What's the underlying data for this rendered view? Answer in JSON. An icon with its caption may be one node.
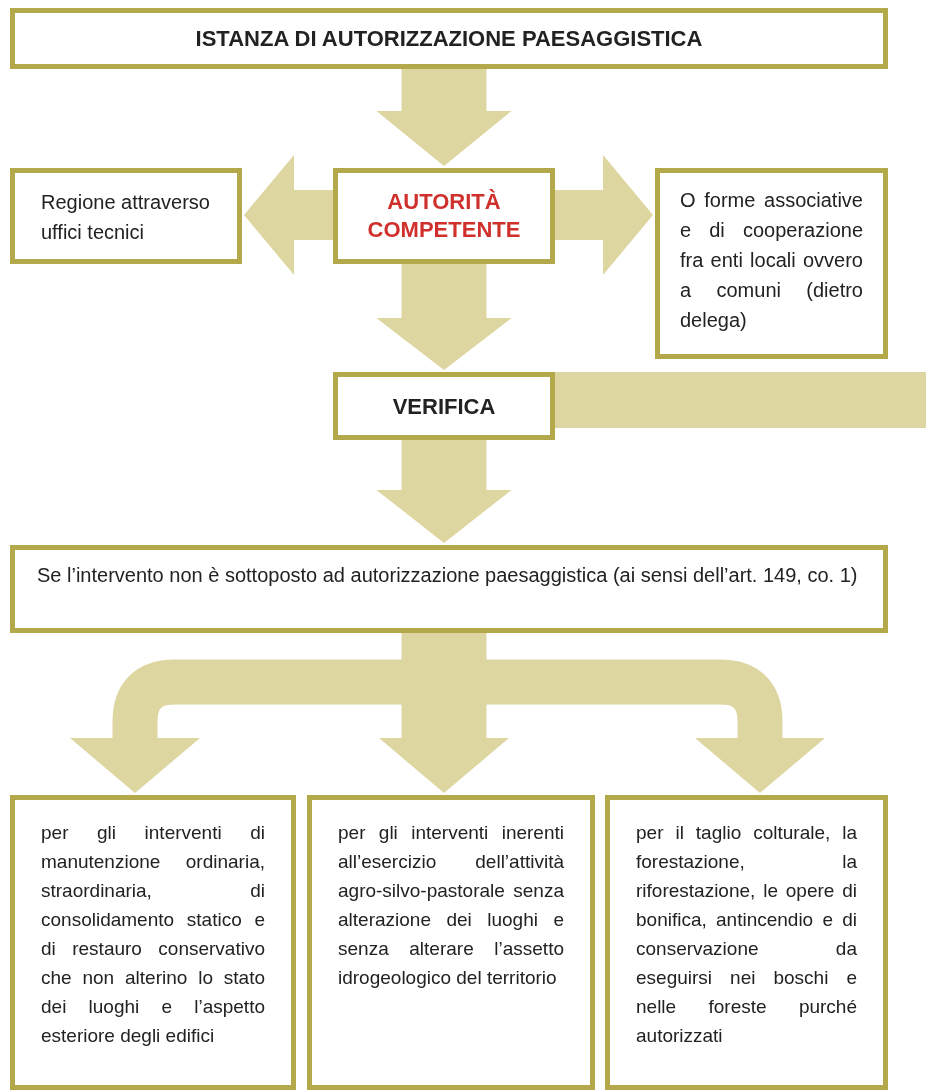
{
  "diagram": {
    "nodes": [
      {
        "text": [
          "ISTANZA DI AUTORIZZAZIONE PAESAGGISTICA"
        ]
      },
      {
        "text": [
          "Regione attraverso uffici tecnici"
        ]
      },
      {
        "text": [
          "AUTORITÀ COMPETENTE"
        ]
      },
      {
        "text": [
          "O forme associative e di cooperazione fra enti locali ovvero a comuni (dietro delega)"
        ]
      },
      {
        "text": [
          "VERIFICA"
        ]
      },
      {
        "text": [
          "Se l’intervento non è sottoposto ad autorizzazione paesaggistica (ai sensi dell’art. 149, co. 1)"
        ]
      },
      {
        "text": [
          "per gli interventi di manutenzione ordinaria, straordinaria, di consolidamento statico e di restauro conservativo che non alterino lo stato dei luoghi e l’aspetto esteriore degli edifici"
        ]
      },
      {
        "text": [
          "per gli interventi inerenti all’esercizio dell’attività agro-silvo-pastorale senza alterazione dei luoghi e senza alterare l’assetto idrogeologico del territorio"
        ]
      },
      {
        "text": [
          "per il taglio colturale, la forestazione, la riforestazione, le opere di bonifica, antincendio e di conservazione da eseguirsi nei boschi e nelle foreste purché autorizzati"
        ]
      }
    ],
    "edges": [
      {
        "from": 0,
        "to": 2,
        "arrow": "to"
      },
      {
        "from": 2,
        "to": 1,
        "arrow": "to"
      },
      {
        "from": 2,
        "to": 3,
        "arrow": "to"
      },
      {
        "from": 2,
        "to": 4,
        "arrow": "to"
      },
      {
        "from": 4,
        "to": null,
        "arrow": "none"
      },
      {
        "from": 4,
        "to": 5,
        "arrow": "to"
      },
      {
        "from": 5,
        "to": 6,
        "arrow": "to"
      },
      {
        "from": 5,
        "to": 7,
        "arrow": "to"
      },
      {
        "from": 5,
        "to": 8,
        "arrow": "to"
      }
    ]
  }
}
